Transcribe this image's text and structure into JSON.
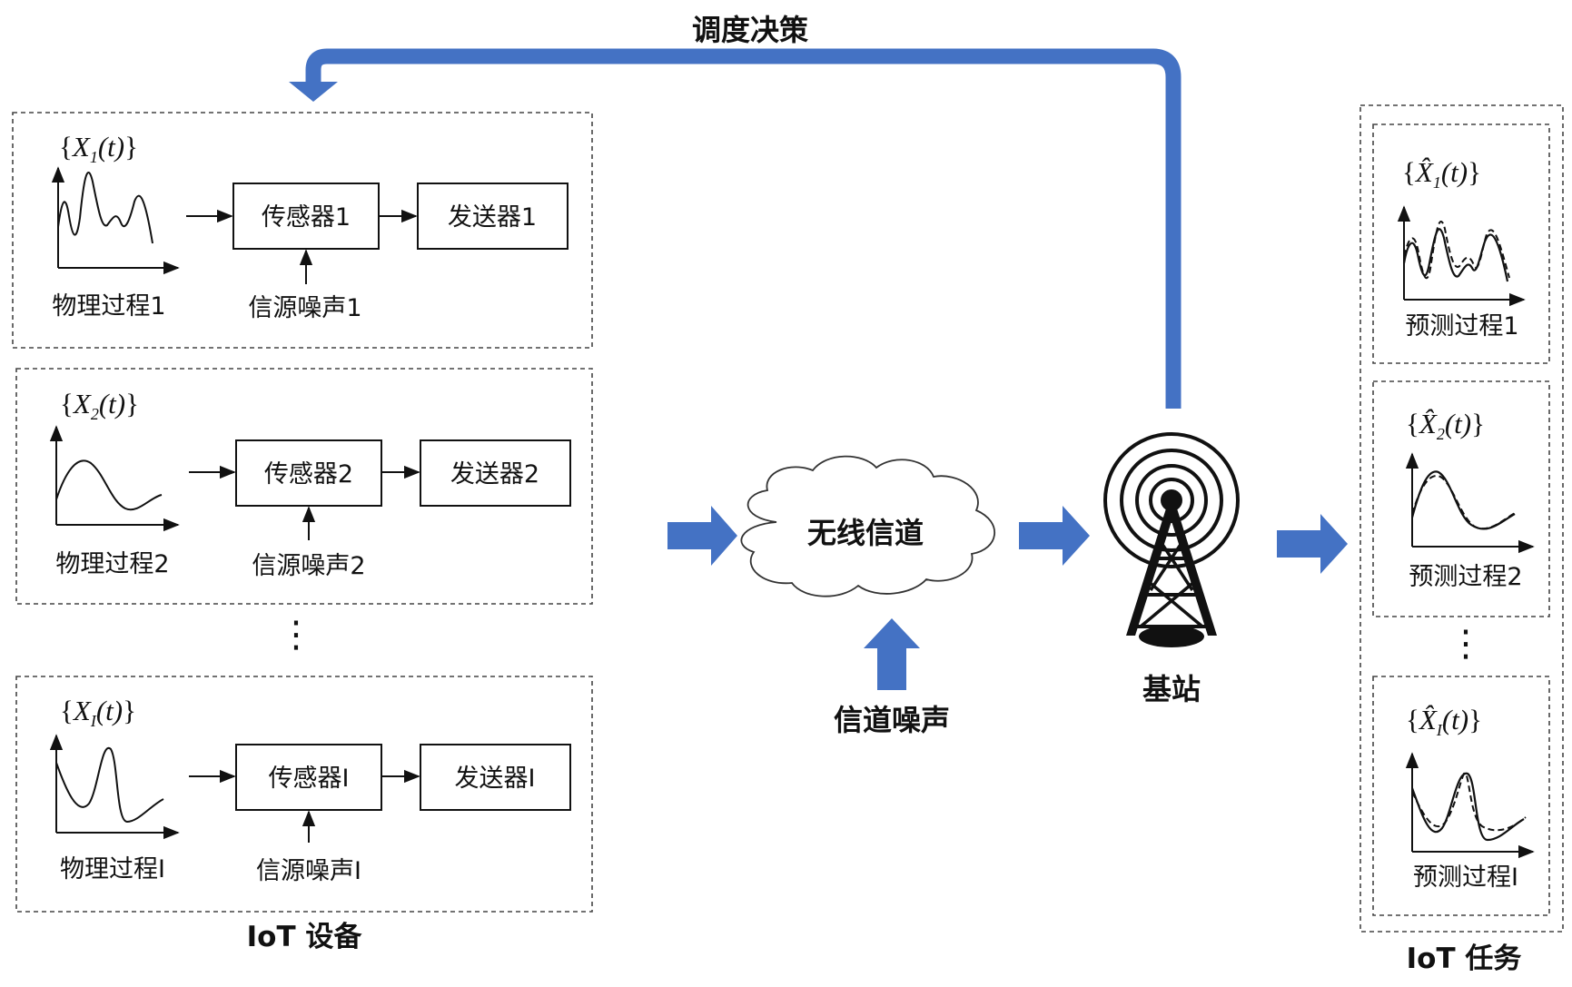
{
  "colors": {
    "arrow_blue": "#4472C4",
    "line": "#111111",
    "dash_border": "#444444",
    "background": "#ffffff"
  },
  "feedback_label": "调度决策",
  "devices_caption": "IoT 设备",
  "tasks_caption": "IoT 任务",
  "channel_label": "无线信道",
  "channel_noise_label": "信道噪声",
  "base_station_label": "基站",
  "vdots": "⋮",
  "devices": [
    {
      "process_symbol": "X",
      "process_index": "1",
      "process_arg": "(t)",
      "process_label": "物理过程1",
      "sensor_label": "传感器1",
      "transmitter_label": "发送器1",
      "source_noise_label": "信源噪声1",
      "waveform": "multi-peak"
    },
    {
      "process_symbol": "X",
      "process_index": "2",
      "process_arg": "(t)",
      "process_label": "物理过程2",
      "sensor_label": "传感器2",
      "transmitter_label": "发送器2",
      "source_noise_label": "信源噪声2",
      "waveform": "damped"
    },
    {
      "process_symbol": "X",
      "process_index": "I",
      "process_arg": "(t)",
      "process_label": "物理过程I",
      "sensor_label": "传感器I",
      "transmitter_label": "发送器I",
      "source_noise_label": "信源噪声I",
      "waveform": "double-hump"
    }
  ],
  "tasks": [
    {
      "estimate_symbol": "X̂",
      "estimate_index": "1",
      "estimate_arg": "(t)",
      "label": "预测过程1"
    },
    {
      "estimate_symbol": "X̂",
      "estimate_index": "2",
      "estimate_arg": "(t)",
      "label": "预测过程2"
    },
    {
      "estimate_symbol": "X̂",
      "estimate_index": "I",
      "estimate_arg": "(t)",
      "label": "预测过程I"
    }
  ]
}
